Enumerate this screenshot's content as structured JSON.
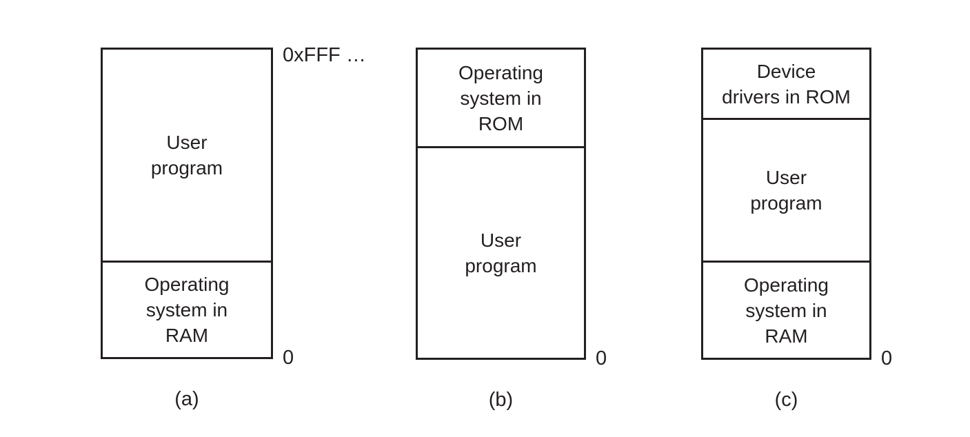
{
  "figure": {
    "description": "Three simple ways of organizing memory with an operating system and one user process",
    "ink_color": "#231f20",
    "background_color": "#ffffff",
    "diagrams": [
      {
        "caption": "(a)",
        "address_top": "0xFFF …",
        "address_bottom": "0",
        "sections": [
          {
            "label": "User\nprogram"
          },
          {
            "label": "Operating\nsystem in\nRAM"
          }
        ]
      },
      {
        "caption": "(b)",
        "address_bottom": "0",
        "sections": [
          {
            "label": "Operating\nsystem in\nROM"
          },
          {
            "label": "User\nprogram"
          }
        ]
      },
      {
        "caption": "(c)",
        "address_bottom": "0",
        "sections": [
          {
            "label": "Device\ndrivers in ROM"
          },
          {
            "label": "User\nprogram"
          },
          {
            "label": "Operating\nsystem in\nRAM"
          }
        ]
      }
    ]
  }
}
